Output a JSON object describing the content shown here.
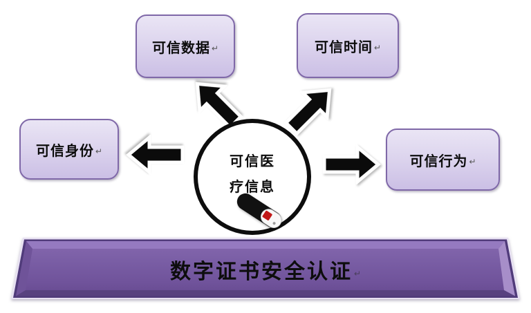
{
  "diagram": {
    "center": {
      "line1": "可信医",
      "line2": "疗信息"
    },
    "nodes": [
      {
        "id": "top-left",
        "label": "可信数据"
      },
      {
        "id": "top-right",
        "label": "可信时间"
      },
      {
        "id": "left",
        "label": "可信身份"
      },
      {
        "id": "right",
        "label": "可信行为"
      }
    ],
    "banner": {
      "label": "数字证书安全认证"
    },
    "return_mark": "↵",
    "icons": {
      "usb_key": "usb-security-token"
    },
    "colors": {
      "node_fill_top": "#eae5f5",
      "node_fill_bottom": "#cbbfe5",
      "node_border": "#7f68a8",
      "hub_border": "#0d0d0d",
      "arrow_fill": "#0b0b0b",
      "arrow_outline": "#ffffff",
      "banner_body": "#7a5ea5",
      "banner_bevel_light": "#957ac0",
      "banner_bevel_dark": "#58417f",
      "usb_logo_red": "#c11818"
    }
  }
}
